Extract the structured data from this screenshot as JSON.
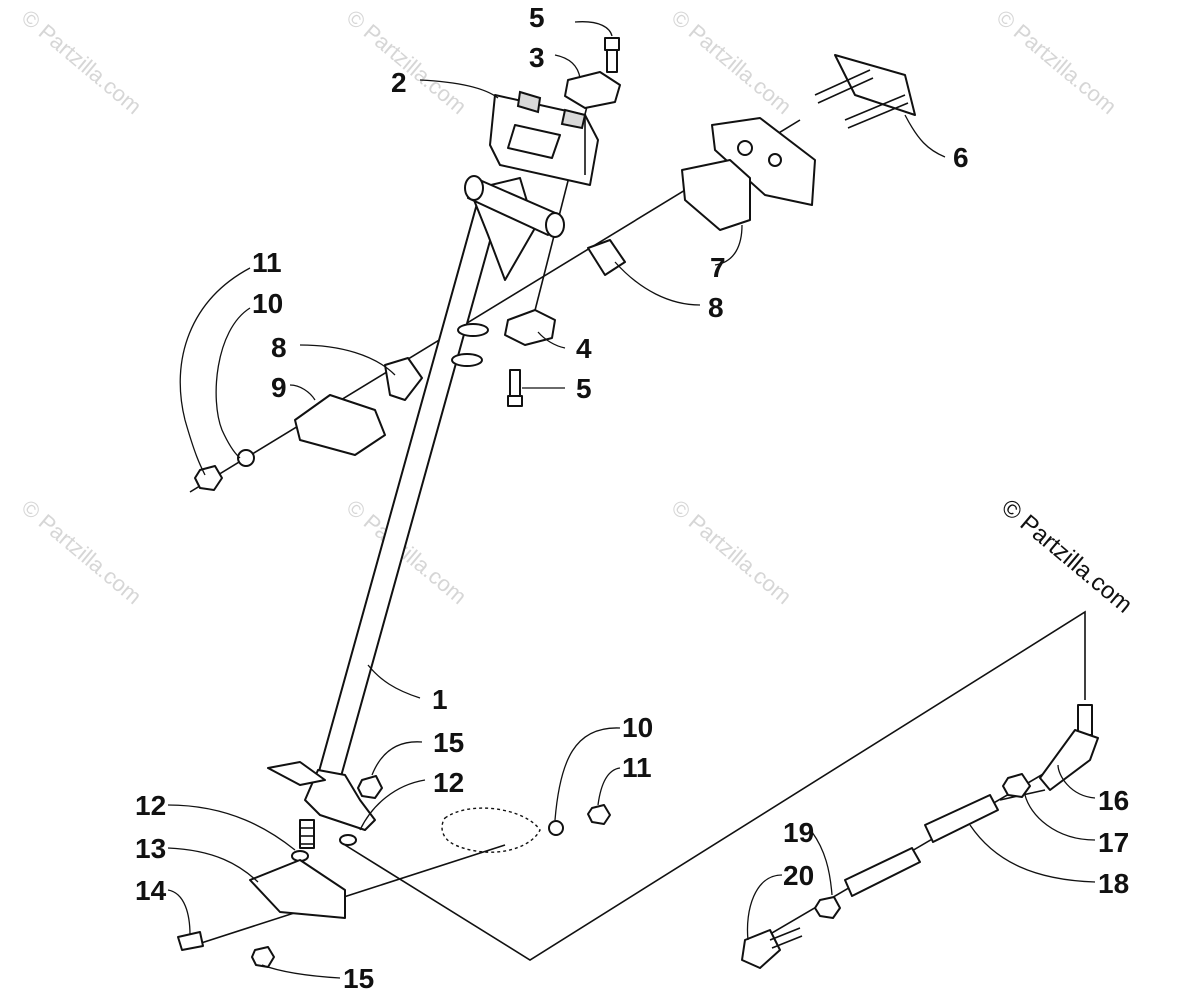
{
  "watermark_text": "© Partzilla.com",
  "copyright_text": "© Partzilla.com",
  "part_labels": [
    "1",
    "2",
    "3",
    "4",
    "5",
    "5",
    "6",
    "7",
    "8",
    "8",
    "9",
    "10",
    "10",
    "11",
    "11",
    "12",
    "12",
    "13",
    "14",
    "15",
    "15",
    "16",
    "17",
    "18",
    "19",
    "20"
  ]
}
